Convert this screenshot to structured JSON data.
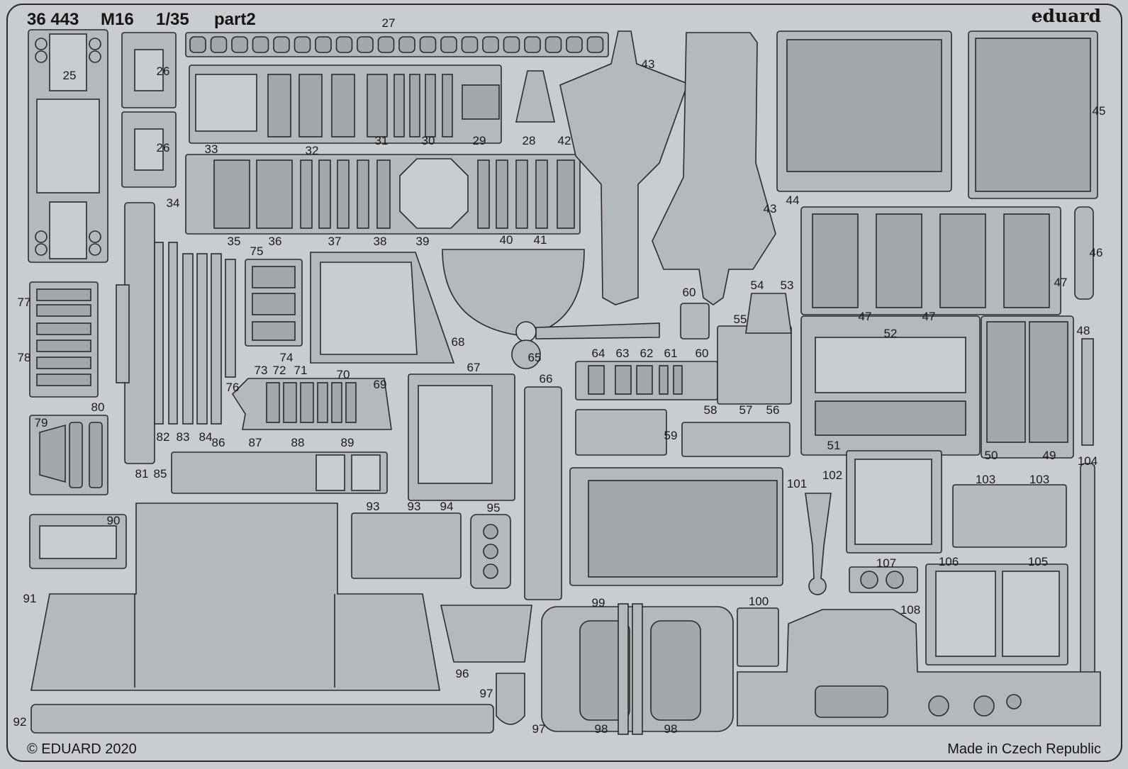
{
  "header": {
    "code": "36 443",
    "model": "M16",
    "scale": "1/35",
    "sheet": "part2",
    "brand": "eduard"
  },
  "footer": {
    "copyright": "© EDUARD 2020",
    "origin": "Made in Czech Republic"
  },
  "colors": {
    "fret": "#c9cdd1",
    "part": "#b4b9be",
    "part_dark": "#a3a8ad",
    "outline": "#2b2b2b",
    "text": "#1a1a1a"
  },
  "part_labels": [
    "25",
    "26",
    "26",
    "27",
    "28",
    "29",
    "30",
    "31",
    "32",
    "33",
    "34",
    "35",
    "36",
    "37",
    "38",
    "39",
    "40",
    "41",
    "42",
    "43",
    "43",
    "44",
    "45",
    "46",
    "47",
    "47",
    "47",
    "48",
    "49",
    "50",
    "51",
    "52",
    "53",
    "54",
    "55",
    "56",
    "57",
    "58",
    "59",
    "60",
    "60",
    "61",
    "62",
    "63",
    "64",
    "65",
    "66",
    "67",
    "68",
    "69",
    "70",
    "71",
    "72",
    "73",
    "74",
    "75",
    "76",
    "77",
    "78",
    "79",
    "80",
    "81",
    "82",
    "83",
    "84",
    "85",
    "86",
    "87",
    "88",
    "89",
    "90",
    "91",
    "92",
    "93",
    "93",
    "94",
    "95",
    "96",
    "97",
    "97",
    "98",
    "98",
    "99",
    "100",
    "101",
    "102",
    "103",
    "103",
    "104",
    "105",
    "106",
    "107",
    "108"
  ]
}
